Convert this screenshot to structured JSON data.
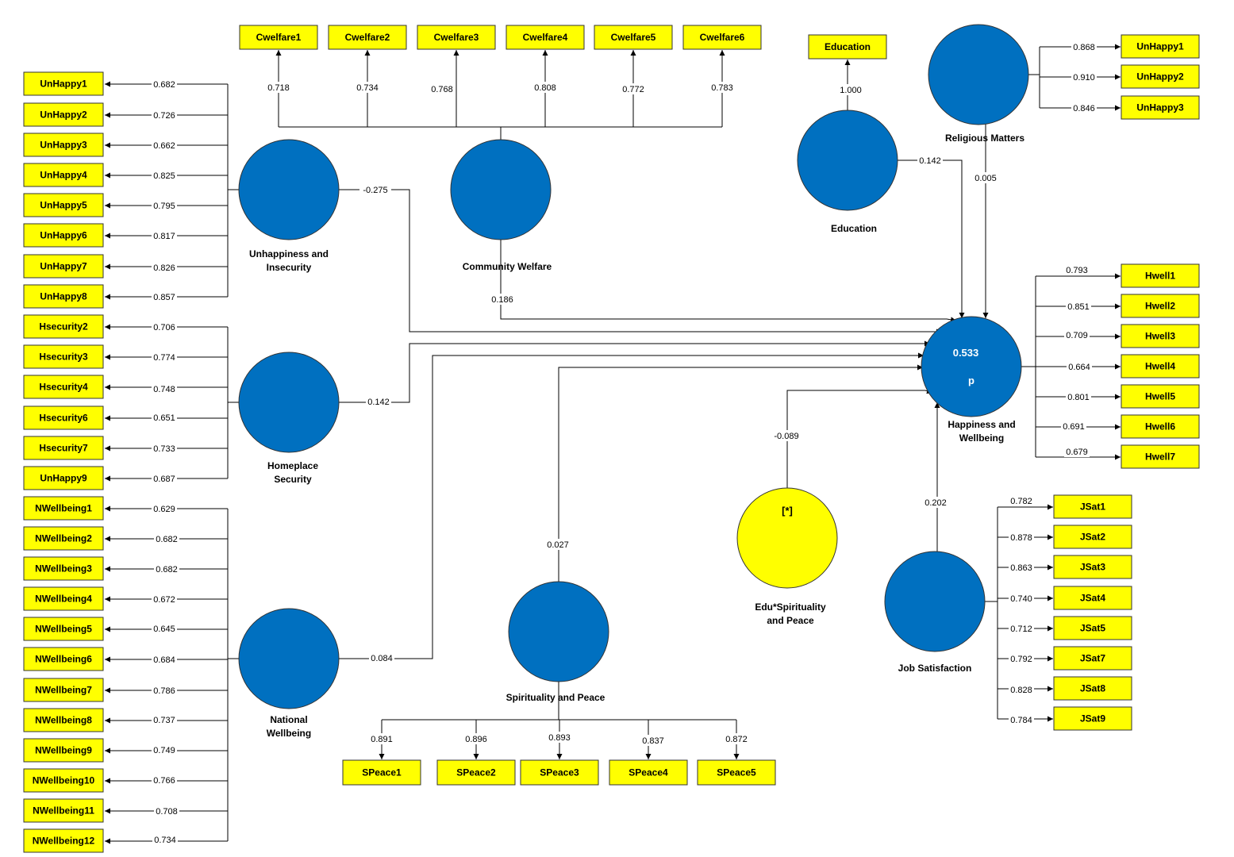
{
  "latents": [
    {
      "id": "unhappiness",
      "label_lines": [
        "Unhappiness and",
        "Insecurity"
      ]
    },
    {
      "id": "homeplace",
      "label_lines": [
        "Homeplace",
        "Security"
      ]
    },
    {
      "id": "national",
      "label_lines": [
        "National",
        "Wellbeing"
      ]
    },
    {
      "id": "community",
      "label_lines": [
        "Community Welfare"
      ]
    },
    {
      "id": "education",
      "label_lines": [
        "Education"
      ]
    },
    {
      "id": "religious",
      "label_lines": [
        "Religious Matters"
      ]
    },
    {
      "id": "happiness",
      "label_lines": [
        "Happiness and",
        "Wellbeing"
      ],
      "inner": [
        "0.533",
        "p"
      ]
    },
    {
      "id": "interaction",
      "label_lines": [
        "Edu*Spirituality",
        "and Peace"
      ],
      "inner": [
        "[*]"
      ],
      "color": "#ffff00"
    },
    {
      "id": "spirituality",
      "label_lines": [
        "Spirituality and Peace"
      ]
    },
    {
      "id": "job",
      "label_lines": [
        "Job Satisfaction"
      ]
    }
  ],
  "indicator_groups": [
    {
      "latent": "unhappiness",
      "items": [
        {
          "name": "UnHappy1",
          "loading": "0.682"
        },
        {
          "name": "UnHappy2",
          "loading": "0.726"
        },
        {
          "name": "UnHappy3",
          "loading": "0.662"
        },
        {
          "name": "UnHappy4",
          "loading": "0.825"
        },
        {
          "name": "UnHappy5",
          "loading": "0.795"
        },
        {
          "name": "UnHappy6",
          "loading": "0.817"
        },
        {
          "name": "UnHappy7",
          "loading": "0.826"
        },
        {
          "name": "UnHappy8",
          "loading": "0.857"
        }
      ]
    },
    {
      "latent": "homeplace",
      "items": [
        {
          "name": "Hsecurity2",
          "loading": "0.706"
        },
        {
          "name": "Hsecurity3",
          "loading": "0.774"
        },
        {
          "name": "Hsecurity4",
          "loading": "0.748"
        },
        {
          "name": "Hsecurity6",
          "loading": "0.651"
        },
        {
          "name": "Hsecurity7",
          "loading": "0.733"
        },
        {
          "name": "UnHappy9",
          "loading": "0.687"
        }
      ]
    },
    {
      "latent": "national",
      "items": [
        {
          "name": "NWellbeing1",
          "loading": "0.629"
        },
        {
          "name": "NWellbeing2",
          "loading": "0.682"
        },
        {
          "name": "NWellbeing3",
          "loading": "0.682"
        },
        {
          "name": "NWellbeing4",
          "loading": "0.672"
        },
        {
          "name": "NWellbeing5",
          "loading": "0.645"
        },
        {
          "name": "NWellbeing6",
          "loading": "0.684"
        },
        {
          "name": "NWellbeing7",
          "loading": "0.786"
        },
        {
          "name": "NWellbeing8",
          "loading": "0.737"
        },
        {
          "name": "NWellbeing9",
          "loading": "0.749"
        },
        {
          "name": "NWellbeing10",
          "loading": "0.766"
        },
        {
          "name": "NWellbeing11",
          "loading": "0.708"
        },
        {
          "name": "NWellbeing12",
          "loading": "0.734"
        }
      ]
    },
    {
      "latent": "community",
      "items": [
        {
          "name": "Cwelfare1",
          "loading": "0.718"
        },
        {
          "name": "Cwelfare2",
          "loading": "0.734"
        },
        {
          "name": "Cwelfare3",
          "loading": "0.768"
        },
        {
          "name": "Cwelfare4",
          "loading": "0.808"
        },
        {
          "name": "Cwelfare5",
          "loading": "0.772"
        },
        {
          "name": "Cwelfare6",
          "loading": "0.783"
        }
      ]
    },
    {
      "latent": "education",
      "items": [
        {
          "name": "Education",
          "loading": "1.000"
        }
      ]
    },
    {
      "latent": "religious",
      "items": [
        {
          "name": "UnHappy1",
          "loading": "0.868"
        },
        {
          "name": "UnHappy2",
          "loading": "0.910"
        },
        {
          "name": "UnHappy3",
          "loading": "0.846"
        }
      ]
    },
    {
      "latent": "happiness",
      "items": [
        {
          "name": "Hwell1",
          "loading": "0.793"
        },
        {
          "name": "Hwell2",
          "loading": "0.851"
        },
        {
          "name": "Hwell3",
          "loading": "0.709"
        },
        {
          "name": "Hwell4",
          "loading": "0.664"
        },
        {
          "name": "Hwell5",
          "loading": "0.801"
        },
        {
          "name": "Hwell6",
          "loading": "0.691"
        },
        {
          "name": "Hwell7",
          "loading": "0.679"
        }
      ]
    },
    {
      "latent": "job",
      "items": [
        {
          "name": "JSat1",
          "loading": "0.782"
        },
        {
          "name": "JSat2",
          "loading": "0.878"
        },
        {
          "name": "JSat3",
          "loading": "0.863"
        },
        {
          "name": "JSat4",
          "loading": "0.740"
        },
        {
          "name": "JSat5",
          "loading": "0.712"
        },
        {
          "name": "JSat7",
          "loading": "0.792"
        },
        {
          "name": "JSat8",
          "loading": "0.828"
        },
        {
          "name": "JSat9",
          "loading": "0.784"
        }
      ]
    },
    {
      "latent": "spirituality",
      "items": [
        {
          "name": "SPeace1",
          "loading": "0.891"
        },
        {
          "name": "SPeace2",
          "loading": "0.896"
        },
        {
          "name": "SPeace3",
          "loading": "0.893"
        },
        {
          "name": "SPeace4",
          "loading": "0.837"
        },
        {
          "name": "SPeace5",
          "loading": "0.872"
        }
      ]
    }
  ],
  "paths": [
    {
      "from": "unhappiness",
      "to": "happiness",
      "coef": "-0.275"
    },
    {
      "from": "homeplace",
      "to": "happiness",
      "coef": "0.142"
    },
    {
      "from": "national",
      "to": "happiness",
      "coef": "0.084"
    },
    {
      "from": "community",
      "to": "happiness",
      "coef": "0.186"
    },
    {
      "from": "education",
      "to": "happiness",
      "coef": "0.142"
    },
    {
      "from": "religious",
      "to": "happiness",
      "coef": "0.005"
    },
    {
      "from": "spirituality",
      "to": "happiness",
      "coef": "0.027"
    },
    {
      "from": "interaction",
      "to": "happiness",
      "coef": "-0.089"
    },
    {
      "from": "job",
      "to": "happiness",
      "coef": "0.202"
    }
  ],
  "colors": {
    "latent": "#0070c0",
    "indicator": "#ffff00",
    "interaction": "#ffff00"
  }
}
